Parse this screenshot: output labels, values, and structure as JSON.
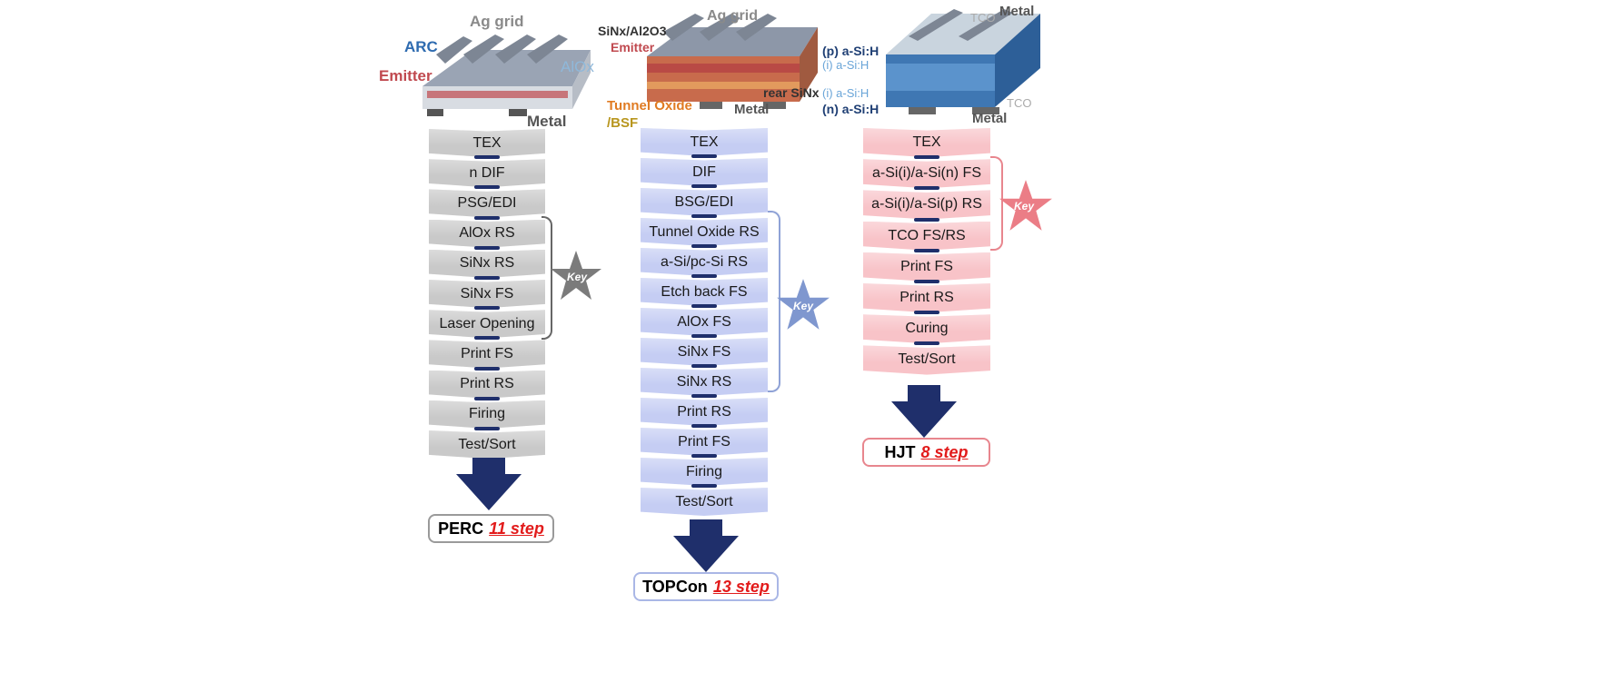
{
  "perc": {
    "device_labels": {
      "ag_grid": "Ag grid",
      "arc": "ARC",
      "aloxide": "AlOx",
      "emitter": "Emitter",
      "metal": "Metal"
    },
    "steps": [
      "TEX",
      "n DIF",
      "PSG/EDI",
      "AlOx RS",
      "SiNx RS",
      "SiNx FS",
      "Laser Opening",
      "Print FS",
      "Print RS",
      "Firing",
      "Test/Sort"
    ],
    "key_label": "Key",
    "name": "PERC",
    "count": "11 step",
    "color": "#c9c9c9"
  },
  "topcon": {
    "device_labels": {
      "ag_grid": "Ag grid",
      "sin_al": "SiNx/Al2O3",
      "emitter": "Emitter",
      "tunnel": "Tunnel Oxide",
      "bsf": "/BSF",
      "rear": "rear SiNx",
      "metal": "Metal"
    },
    "steps": [
      "TEX",
      "DIF",
      "BSG/EDI",
      "Tunnel Oxide RS",
      "a-Si/pc-Si RS",
      "Etch back FS",
      "AlOx FS",
      "SiNx FS",
      "SiNx RS",
      "Print RS",
      "Print FS",
      "Firing",
      "Test/Sort"
    ],
    "key_label": "Key",
    "name": "TOPCon",
    "count": "13 step",
    "color": "#c5cdf3"
  },
  "hjt": {
    "device_labels": {
      "tco_top": "TCO",
      "metal_top": "Metal",
      "p_asi": "(p) a-Si:H",
      "i_asi_top": "(i) a-Si:H",
      "i_asi_bot": "(i) a-Si:H",
      "n_asi": "(n) a-Si:H",
      "tco_bot": "TCO",
      "metal_bot": "Metal"
    },
    "steps": [
      "TEX",
      "a-Si(i)/a-Si(n) FS",
      "a-Si(i)/a-Si(p) RS",
      "TCO FS/RS",
      "Print FS",
      "Print RS",
      "Curing",
      "Test/Sort"
    ],
    "key_label": "Key",
    "name": "HJT",
    "count": "8 step",
    "color": "#f8c3c8"
  },
  "colors": {
    "arrow": "#1f2f6b",
    "perc_accent": "#555555",
    "topcon_accent": "#6d86c6",
    "hjt_accent": "#e8868e"
  }
}
